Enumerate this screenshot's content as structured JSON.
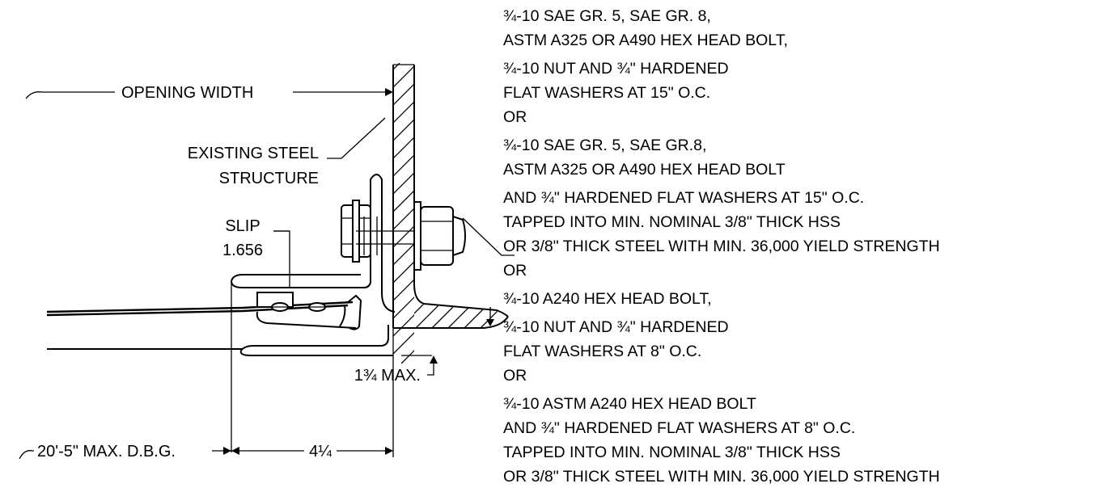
{
  "labels": {
    "opening_width": "OPENING WIDTH",
    "existing_steel_line1": "EXISTING STEEL",
    "existing_steel_line2": "STRUCTURE",
    "slip_line1": "SLIP",
    "slip_line2": "1.656",
    "max_dbg": "20'-5\" MAX. D.B.G.",
    "width_dim": "4¼",
    "max_gap": "1¾ MAX."
  },
  "notes": [
    "¾-10 SAE GR. 5, SAE GR. 8,",
    "ASTM A325 OR A490 HEX HEAD BOLT,",
    "¾-10 NUT AND ¾\" HARDENED",
    "FLAT WASHERS AT 15\" O.C.",
    "OR",
    "¾-10 SAE GR. 5, SAE GR.8,",
    "ASTM A325 OR A490 HEX HEAD BOLT",
    "AND ¾\" HARDENED FLAT WASHERS AT 15\" O.C.",
    "TAPPED INTO MIN. NOMINAL 3/8\" THICK HSS",
    "OR 3/8\" THICK STEEL WITH MIN. 36,000 YIELD STRENGTH",
    "OR",
    "¾-10 A240 HEX HEAD BOLT,",
    "¾-10 NUT AND ¾\" HARDENED",
    "FLAT WASHERS AT 8\" O.C.",
    "OR",
    "¾-10 ASTM A240 HEX HEAD BOLT",
    "AND ¾\" HARDENED FLAT WASHERS AT 8\" O.C.",
    "TAPPED INTO MIN. NOMINAL 3/8\" THICK HSS",
    "OR 3/8\" THICK STEEL WITH MIN. 36,000 YIELD STRENGTH"
  ]
}
